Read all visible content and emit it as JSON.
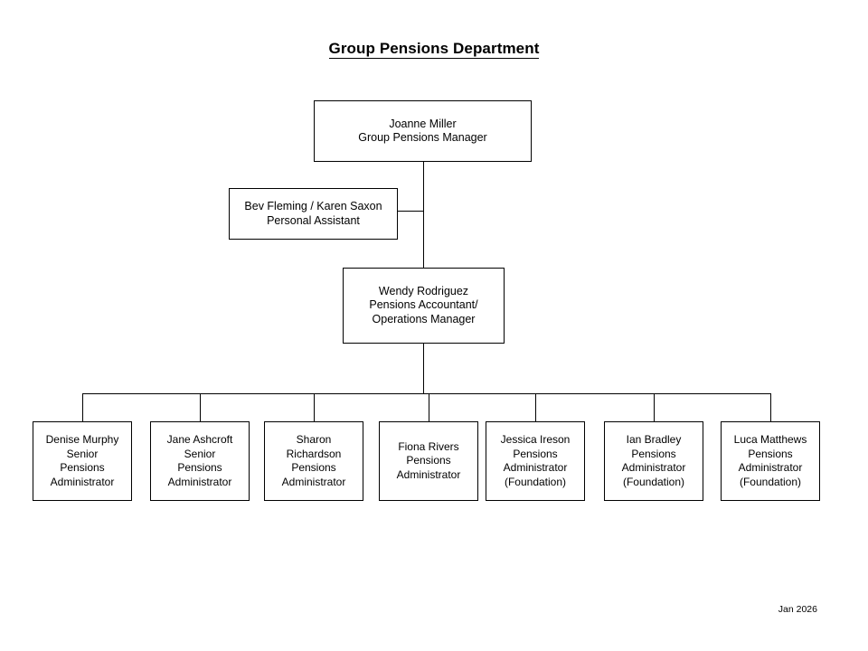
{
  "chart": {
    "title": "Group Pensions Department",
    "footer_date": "Jan 2026"
  },
  "nodes": {
    "manager": {
      "name": "Joanne Miller",
      "role": "Group Pensions Manager"
    },
    "personal_assistant": {
      "name": "Bev Fleming / Karen Saxon",
      "role": "Personal Assistant"
    },
    "operations": {
      "name": "Wendy Rodriguez",
      "role_line1": "Pensions Accountant/",
      "role_line2": "Operations Manager"
    },
    "administrators": [
      {
        "name": "Denise Murphy",
        "line2": "Senior",
        "line3": "Pensions",
        "line4": "Administrator"
      },
      {
        "name": "Jane Ashcroft",
        "line2": "Senior",
        "line3": "Pensions",
        "line4": "Administrator"
      },
      {
        "name": "Sharon",
        "line2": "Richardson",
        "line3": "Pensions",
        "line4": "Administrator"
      },
      {
        "name": "Fiona Rivers",
        "line2": "Pensions",
        "line3": "Administrator",
        "line4": ""
      },
      {
        "name": "Jessica Ireson",
        "line2": "Pensions",
        "line3": "Administrator",
        "line4": "(Foundation)"
      },
      {
        "name": "Ian Bradley",
        "line2": "Pensions",
        "line3": "Administrator",
        "line4": "(Foundation)"
      },
      {
        "name": "Luca Matthews",
        "line2": "Pensions",
        "line3": "Administrator",
        "line4": "(Foundation)"
      }
    ]
  },
  "colors": {
    "background": "#ffffff",
    "border": "#000000",
    "text": "#000000"
  }
}
